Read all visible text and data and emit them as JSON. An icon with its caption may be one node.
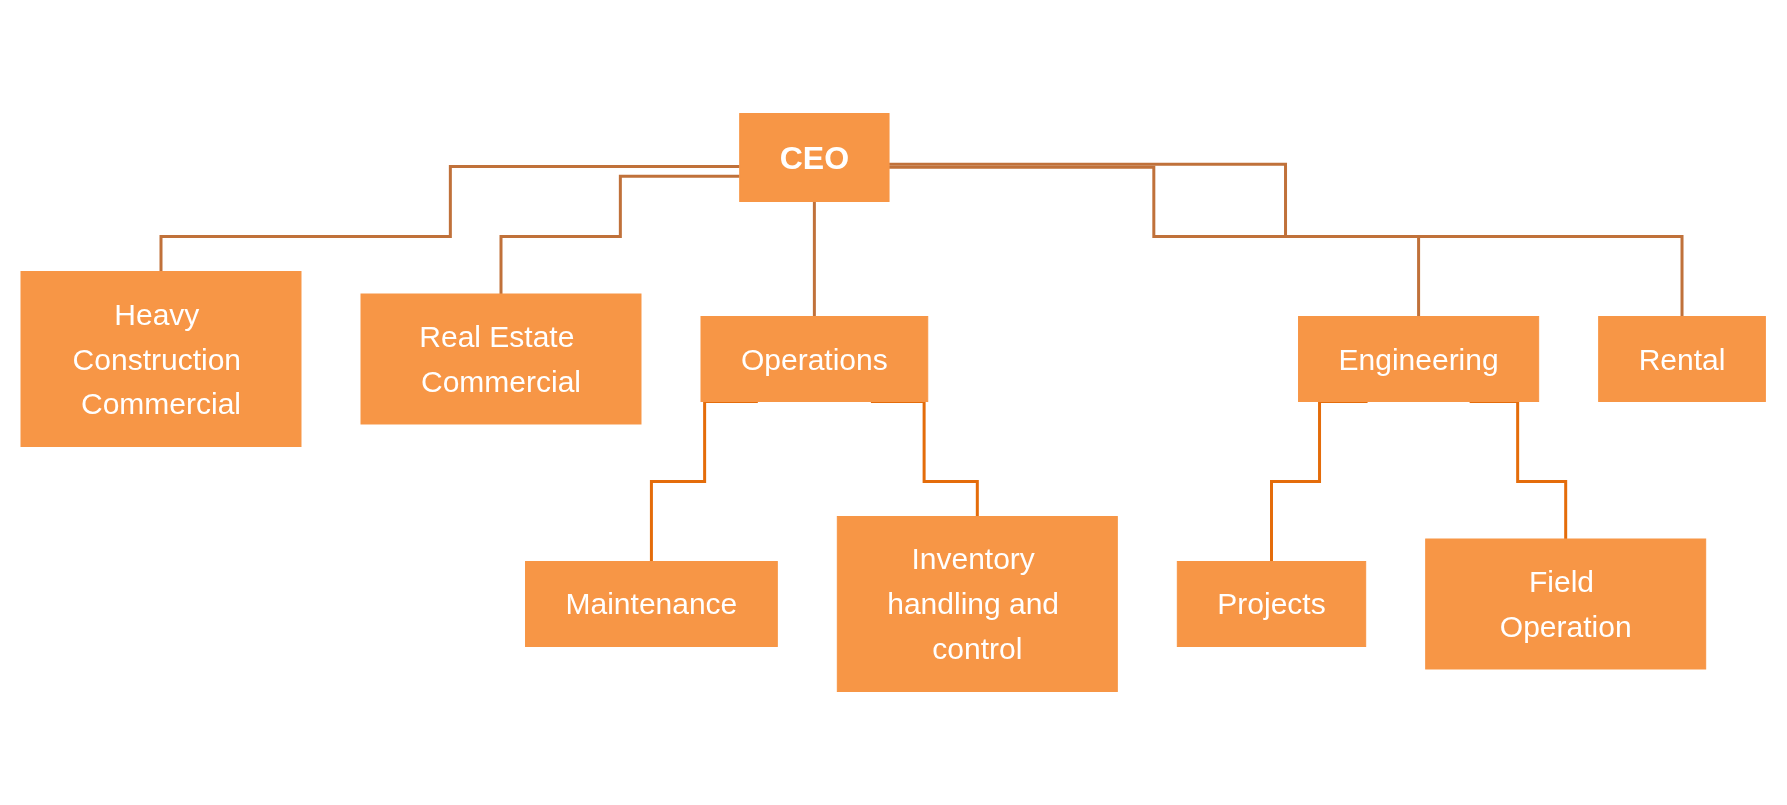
{
  "diagram": {
    "nodes": [
      {
        "text": [
          "CEO"
        ]
      },
      {
        "text": [
          "Heavy Construction Commercial"
        ]
      },
      {
        "text": [
          "Real Estate Commercial"
        ]
      },
      {
        "text": [
          "Operations"
        ]
      },
      {
        "text": [
          "Engineering"
        ]
      },
      {
        "text": [
          "Rental"
        ]
      },
      {
        "text": [
          "Maintenance"
        ]
      },
      {
        "text": [
          "Inventory handling and control"
        ]
      },
      {
        "text": [
          "Projects"
        ]
      },
      {
        "text": [
          "Field Operation"
        ]
      }
    ],
    "edges": [
      {
        "from": 0,
        "to": 1,
        "arrow": "none"
      },
      {
        "from": 0,
        "to": 2,
        "arrow": "none"
      },
      {
        "from": 0,
        "to": 3,
        "arrow": "none"
      },
      {
        "from": 0,
        "to": 4,
        "arrow": "none"
      },
      {
        "from": 0,
        "to": 5,
        "arrow": "none"
      },
      {
        "from": 3,
        "to": 6,
        "arrow": "none",
        "color": "#e46c0a"
      },
      {
        "from": 3,
        "to": 7,
        "arrow": "none",
        "color": "#e46c0a"
      },
      {
        "from": 4,
        "to": 8,
        "arrow": "none",
        "color": "#e46c0a"
      },
      {
        "from": 4,
        "to": 9,
        "arrow": "none",
        "color": "#e46c0a"
      }
    ]
  }
}
